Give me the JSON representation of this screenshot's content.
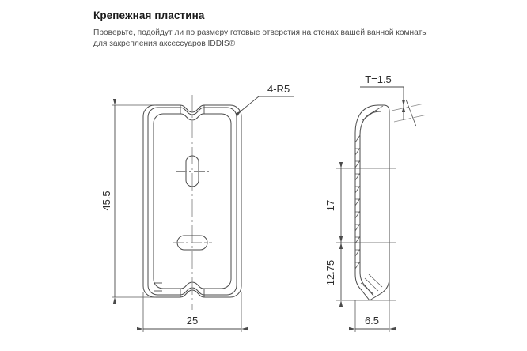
{
  "header": {
    "title": "Крепежная пластина",
    "description_line1": "Проверьте, подойдут ли по размеру готовые отверстия на стенах вашей ванной комнаты",
    "description_line2": "для закрепления аксессуаров IDDIS®"
  },
  "drawing": {
    "front_view": {
      "name": "mounting-plate-front-view",
      "dimensions": {
        "height_label": "45.5",
        "width_label": "25",
        "radius_callout": "4-R5"
      },
      "features": {
        "upper_slot": "vertical-oblong-slot",
        "lower_slot": "horizontal-oblong-slot",
        "top_notch": "wavy-notch",
        "bottom_notch": "wavy-notch"
      }
    },
    "section_view": {
      "name": "mounting-plate-section-view",
      "dimensions": {
        "thickness_label": "T=1.5",
        "upper_height_label": "17",
        "lower_height_label": "12.75",
        "depth_label": "6.5"
      }
    },
    "colors": {
      "line": "#4a4a4a",
      "dim_line": "#5a5a5a",
      "center_line": "#8a8a8a",
      "text": "#2d2d2d",
      "background": "#ffffff"
    }
  }
}
